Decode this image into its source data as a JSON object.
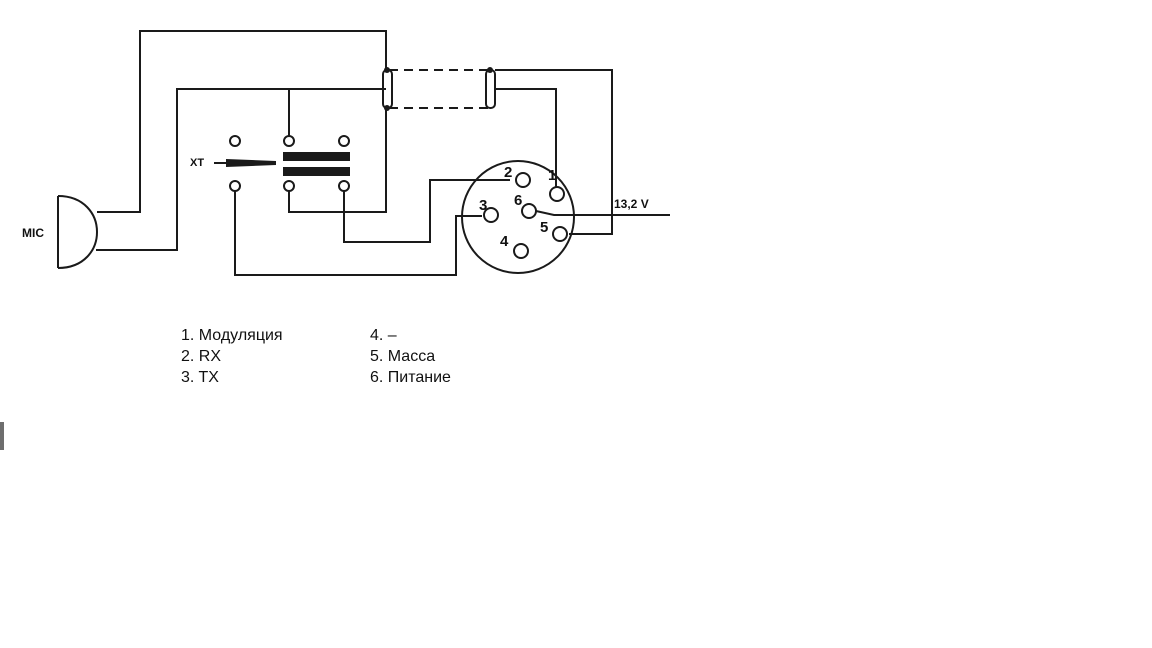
{
  "diagram": {
    "mic_label": "MIC",
    "switch_label": "XT",
    "voltage_label": "13,2 V",
    "pin_numbers": [
      "1",
      "2",
      "3",
      "4",
      "5",
      "6"
    ]
  },
  "legend": {
    "left": [
      "1. Модуляция",
      "2. RX",
      "3. TX"
    ],
    "right": [
      "4. –",
      "5. Масса",
      "6. Питание"
    ]
  }
}
